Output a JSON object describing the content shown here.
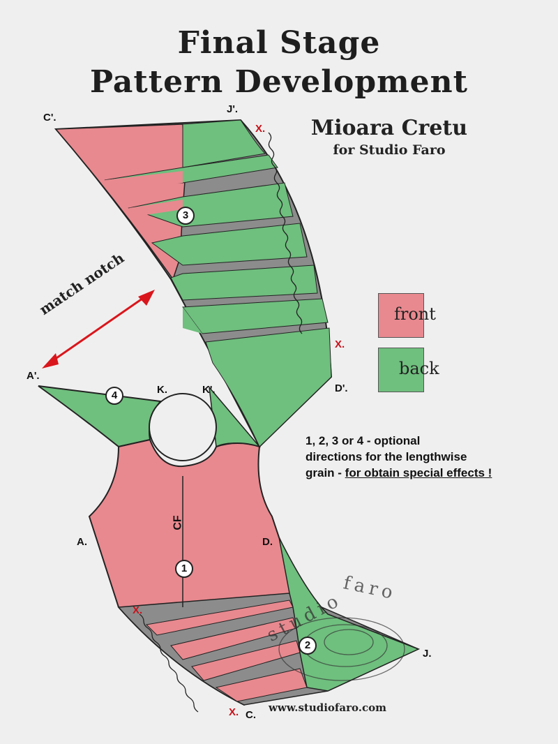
{
  "title": {
    "line1": "Final Stage",
    "line2": "Pattern Development"
  },
  "author": {
    "name": "Mioara Cretu",
    "studio": "for Studio Faro"
  },
  "legend": {
    "front": {
      "label": "front",
      "color": "#e8898f"
    },
    "back": {
      "label": "back",
      "color": "#6fbf7e"
    }
  },
  "note": {
    "line1": "1, 2, 3 or 4 -  optional",
    "line2": "directions for the lengthwise",
    "line3_prefix": "grain - ",
    "line3_underlined": "for obtain special effects !"
  },
  "arrow_label": "match notch",
  "grain_markers": [
    "1",
    "2",
    "3",
    "4"
  ],
  "points": {
    "c_prime": "C'.",
    "j_prime": "J'.",
    "x": "X.",
    "a_prime": "A'.",
    "k": "K.",
    "k_prime": "K'.",
    "d_prime": "D'.",
    "a": "A.",
    "d": "D.",
    "j": "J.",
    "c": "C."
  },
  "center_front": "CF",
  "watermark": {
    "top": "faro",
    "bottom": "studio"
  },
  "website": "www.studiofaro.com",
  "colors": {
    "front": "#e8898f",
    "back": "#6fbf7e",
    "gap": "#8c8c8c",
    "arrow": "#d9161c",
    "background": "#f0efef"
  }
}
